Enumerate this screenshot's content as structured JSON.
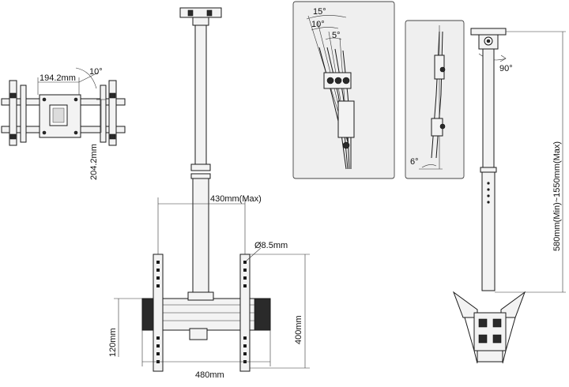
{
  "labels": {
    "vesa_width": "194.2mm",
    "vesa_angle": "10°",
    "vesa_height": "204.2mm",
    "tilt_15": "15°",
    "tilt_10": "10°",
    "tilt_5": "5°",
    "tilt_6": "6°",
    "swivel_angle": "90°",
    "pole_length": "580mm(Min)~1550mm(Max)",
    "bracket_spacing_max": "430mm(Max)",
    "hole_diameter": "Ø8.5mm",
    "arm_height": "400mm",
    "rail_height": "120mm",
    "rail_width": "480mm"
  }
}
